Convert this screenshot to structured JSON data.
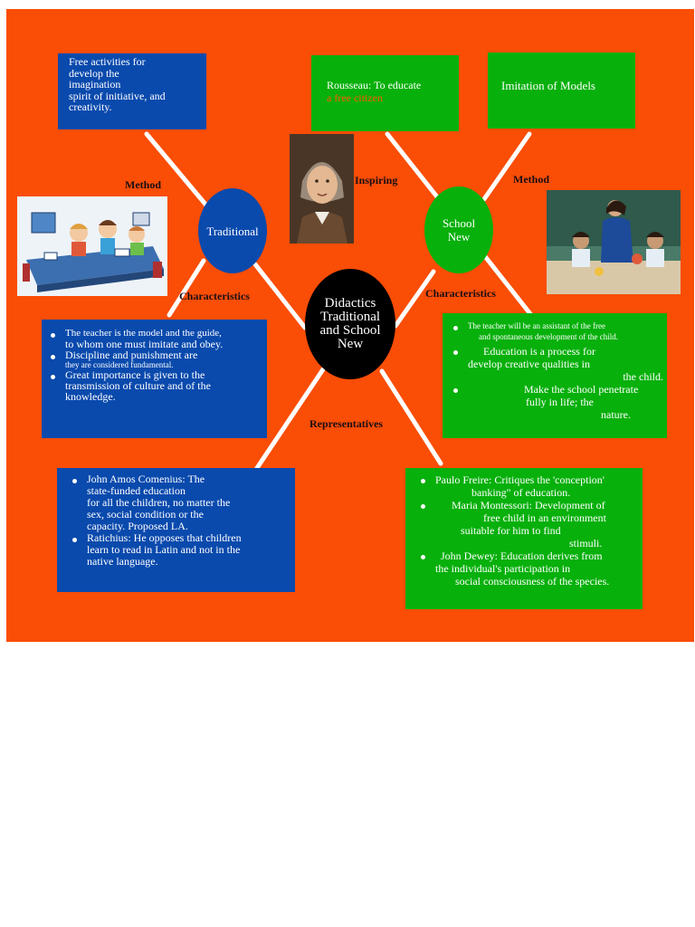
{
  "center": {
    "line1": "Didactics",
    "line2": "Traditional",
    "line3": "and School",
    "line4": "New"
  },
  "traditional": {
    "node_label": "Traditional",
    "method_label": "Method",
    "characteristics_label": "Characteristics",
    "method_lines": [
      "Free activities for",
      "develop the",
      "imagination",
      "spirit of initiative, and",
      "creativity."
    ],
    "characteristics": [
      [
        "The teacher is the model and the guide,",
        "to whom one must imitate and obey."
      ],
      [
        "Discipline and punishment are",
        "they are considered fundamental."
      ],
      [
        "Great importance is given to the",
        "transmission of culture and of the",
        "knowledge."
      ]
    ],
    "representatives": [
      [
        "John Amos Comenius: The",
        "state-funded education",
        "for all the children, no matter the",
        "sex, social condition or the",
        "capacity. Proposed LA."
      ],
      [
        "Ratichius: He opposes that children",
        "learn to read in Latin and not in the",
        "native language."
      ]
    ]
  },
  "school_new": {
    "node_line1": "School",
    "node_line2": "New",
    "inspiring_label": "Inspiring",
    "method_label": "Method",
    "characteristics_label": "Characteristics",
    "inspiring_line1": "Rousseau: To educate",
    "inspiring_line2": "a free citizen",
    "method_text": "Imitation of Models",
    "characteristics": [
      [
        "The teacher will be an assistant of the free",
        "and spontaneous development of the child."
      ],
      [
        "Education is a process for",
        "develop creative qualities in",
        "the child."
      ],
      [
        "Make the school penetrate",
        "fully in life; the",
        "nature."
      ]
    ],
    "representatives": [
      [
        "Paulo Freire: Critiques the 'conception'",
        "banking\" of education."
      ],
      [
        "Maria Montessori: Development of",
        "free child in an environment",
        "suitable for him to find",
        "stimuli."
      ],
      [
        "John Dewey: Education derives from",
        "the individual's participation in",
        "social consciousness of the species."
      ]
    ]
  },
  "representatives_label": "Representatives",
  "colors": {
    "background": "#fa4d06",
    "blue_box": "#0a4aad",
    "green_box": "#08b00c",
    "center_node": "#000000",
    "highlight_text": "#ff5a00",
    "connector": "#ffffff"
  }
}
